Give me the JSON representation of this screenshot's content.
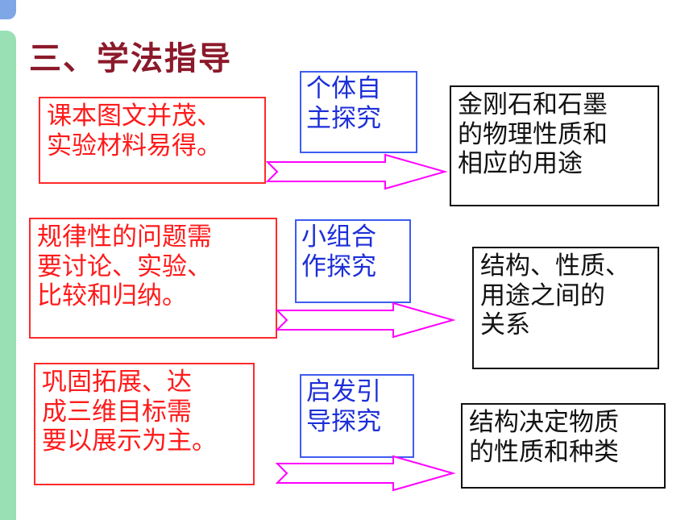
{
  "title": "三、学法指导",
  "rows": [
    {
      "reason": [
        "课本图文并茂、",
        "实验材料易得。"
      ],
      "method": [
        "个体自",
        "主探究"
      ],
      "result": [
        "金刚石和石墨",
        "的物理性质和",
        "相应的用途"
      ]
    },
    {
      "reason": [
        "规律性的问题需",
        "要讨论、实验、",
        "比较和归纳。"
      ],
      "method": [
        "小组合",
        "作探究"
      ],
      "result": [
        "结构、性质、",
        "用途之间的",
        "关系"
      ]
    },
    {
      "reason": [
        "巩固拓展、达",
        "成三维目标需",
        "要以展示为主。"
      ],
      "method": [
        "启发引",
        "导探究"
      ],
      "result": [
        "结构决定物质",
        "的性质和种类"
      ]
    }
  ],
  "colors": {
    "reason": "#ff1a1a",
    "method": "#1d2fd8",
    "arrow": "#ff00ff",
    "title": "#8b1a2b"
  }
}
